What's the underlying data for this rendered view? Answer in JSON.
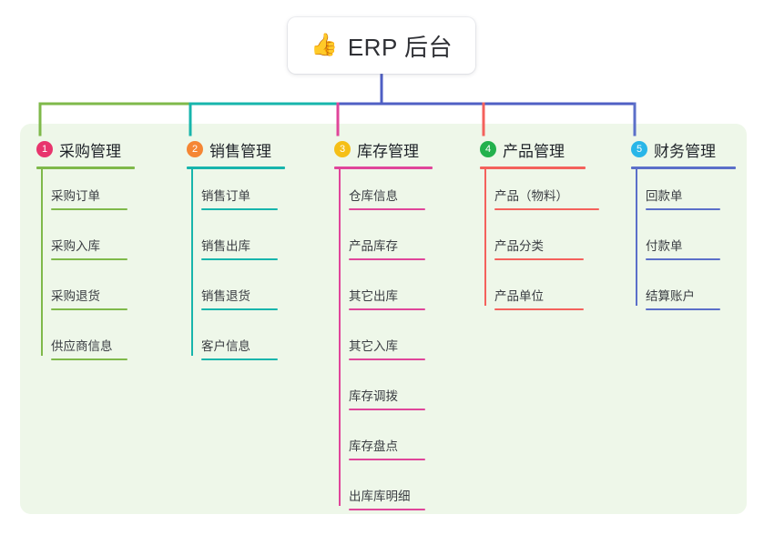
{
  "diagram": {
    "root": {
      "icon": "thumbs-up-icon",
      "icon_glyph": "👍",
      "label": "ERP 后台"
    },
    "palette": {
      "root_stem": "#4f5fc4",
      "panel_bg": "#eef7e9",
      "page_bg": "#ffffff",
      "text": "#2f3035"
    },
    "columns": [
      {
        "number": "1",
        "title": "采购管理",
        "badge_color": "#e8356d",
        "rule_color": "#7fb94a",
        "line_color": "#7fb94a",
        "items": [
          "采购订单",
          "采购入库",
          "采购退货",
          "供应商信息"
        ]
      },
      {
        "number": "2",
        "title": "销售管理",
        "badge_color": "#f58634",
        "rule_color": "#17b5ac",
        "line_color": "#17b5ac",
        "items": [
          "销售订单",
          "销售出库",
          "销售退货",
          "客户信息"
        ]
      },
      {
        "number": "3",
        "title": "库存管理",
        "badge_color": "#f5bf17",
        "rule_color": "#e0459a",
        "line_color": "#e0459a",
        "items": [
          "仓库信息",
          "产品库存",
          "其它出库",
          "其它入库",
          "库存调拨",
          "库存盘点",
          "出库库明细"
        ]
      },
      {
        "number": "4",
        "title": "产品管理",
        "badge_color": "#23b14d",
        "rule_color": "#f4615c",
        "line_color": "#f4615c",
        "items": [
          "产品（物料）",
          "产品分类",
          "产品单位"
        ]
      },
      {
        "number": "5",
        "title": "财务管理",
        "badge_color": "#29b6e8",
        "rule_color": "#5b6fc9",
        "line_color": "#5b6fc9",
        "items": [
          "回款单",
          "付款单",
          "结算账户"
        ]
      }
    ]
  }
}
